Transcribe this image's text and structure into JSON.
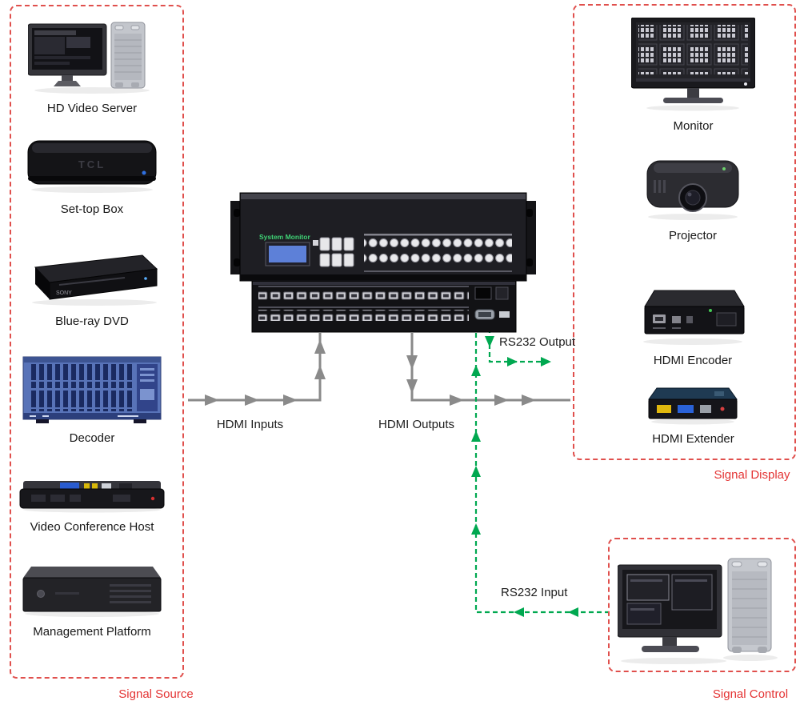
{
  "sections": {
    "source": {
      "label": "Signal Source"
    },
    "display": {
      "label": "Signal Display"
    },
    "control": {
      "label": "Signal Control"
    }
  },
  "source_devices": [
    {
      "label": "HD Video Server"
    },
    {
      "label": "Set-top Box"
    },
    {
      "label": "Blue-ray DVD"
    },
    {
      "label": "Decoder"
    },
    {
      "label": "Video Conference Host"
    },
    {
      "label": "Management Platform"
    }
  ],
  "display_devices": [
    {
      "label": "Monitor"
    },
    {
      "label": "Projector"
    },
    {
      "label": "HDMI Encoder"
    },
    {
      "label": "HDMI Extender"
    }
  ],
  "connections": {
    "hdmi_inputs": "HDMI Inputs",
    "hdmi_outputs": "HDMI Outputs",
    "rs232_output": "RS232 Output",
    "rs232_input": "RS232 Input"
  },
  "matrix": {
    "screen_label": "System Monitor"
  },
  "device_text": {
    "settop_brand": "TCL",
    "bluray_brand": "SONY"
  },
  "colors": {
    "section_border": "#e0504d",
    "section_label_red": "#e43434",
    "hdmi_line_gray": "#8a8a8a",
    "rs232_line_green": "#00a850",
    "label_text": "#1d1d1d"
  }
}
